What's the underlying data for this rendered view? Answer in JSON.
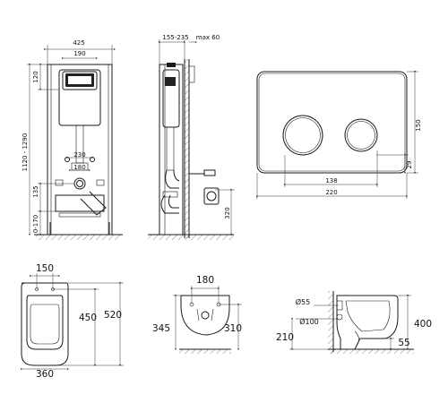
{
  "frame_front": {
    "width_total": "425",
    "width_panel": "190",
    "height_top": "120",
    "height_range": "1120 - 1290",
    "pipe_spacing": "230",
    "pipe_center": "180",
    "outlet_height": "135",
    "bottom_range": "0-170"
  },
  "frame_side": {
    "depth_range": "155-235",
    "max_label": "max 60",
    "outlet_height": "320"
  },
  "flush_plate": {
    "height": "150",
    "bottom_offset": "29",
    "button_span": "138",
    "width": "220"
  },
  "bowl_top": {
    "width_top": "150",
    "depth": "450",
    "depth_total": "520",
    "width": "360"
  },
  "bowl_back": {
    "spacing": "180",
    "height": "345",
    "outlet": "310"
  },
  "bowl_side": {
    "d55": "Ø55",
    "d100": "Ø100",
    "h210": "210",
    "h400": "400",
    "h55": "55"
  }
}
